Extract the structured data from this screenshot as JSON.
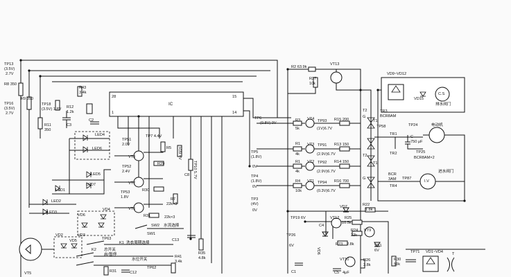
{
  "labels": {
    "tp13": "TP13",
    "tp13_v": "(3.5V)",
    "tp13_v2": "2.7V",
    "r8": "R8 350",
    "tp16": "TP16",
    "tp16_v": "(3.5V)",
    "tp16_v2": "2.7V",
    "r9": "R9 350",
    "r11": "R11",
    "r11_v": "350",
    "tp18": "TP18",
    "tp18_v": "(3.5V) 1.8V",
    "r12": "R12",
    "r12_v": "1.2k",
    "c3": "C3",
    "r43": "R43",
    "r43_v": "3.4k",
    "c2": "C2",
    "ic": "IC",
    "pin28": "28",
    "pin1": "1",
    "pin15": "15",
    "pin14": "14",
    "led4": "LED4",
    "led6": "LED6",
    "led5": "LED5",
    "led7": "LED7",
    "led1": "LED1",
    "led2": "LED2",
    "led3": "LED3",
    "tp51": "TP51",
    "tp51_v": "2.0V",
    "tp7": "TP7 4.4V",
    "r5": "R5",
    "vt8": "VT8",
    "r29": "R29",
    "tp52": "TP52",
    "tp52_v": "2.4V",
    "vt7": "VT7",
    "r30": "R30",
    "tp53": "TP53",
    "tp53_v": "1.8V",
    "r7": "R7",
    "r7_v": "22k×3",
    "vt6": "VT6",
    "r31": "R31",
    "sw2": "SW2",
    "water_sel": "水流选择",
    "r22k": "22k×3",
    "r39": "R39 4V",
    "tp10": "TP10 5.7V",
    "c8": "C8",
    "vd6": "VD6",
    "vd4": "VD4",
    "vd2": "VD2",
    "vd5": "VD5",
    "vd3": "VD3",
    "k1": "K1",
    "k2": "K2",
    "tp63": "TP63",
    "wash_sel": "洗衣周期选择",
    "sw1": "SW1",
    "start_pause": "启/暂停",
    "onoff": "总开关",
    "water_sw": "水位开关",
    "r35": "R35",
    "r35_v": "4.8k",
    "c13": "C13",
    "r41": "R41",
    "r41_v": "3.4k",
    "tp62": "TP62",
    "r31b": "R31",
    "c12": "C12",
    "vt5": "VT5",
    "r2": "R2 63.9k",
    "vt13": "VT13",
    "r27": "R27",
    "r27_v": "10k",
    "r3": "R3",
    "r3_v": "5k",
    "tp6": "TP6",
    "tp6_v": "(0.8V) 0V",
    "vt4": "VT4",
    "tp93": "TP93",
    "tp93_v": "(1V)6.7V",
    "r15": "R15 200",
    "tp5": "TP5",
    "tp5_v": "(1.8V)",
    "tp5_v2": "0V",
    "r1": "R1",
    "r1_v": "4k",
    "vt3": "VT3",
    "tp91": "TP91",
    "tp91_v": "(2.9V)6.7V",
    "r13": "R13 150",
    "r1b": "R1",
    "r1b_v": "4k",
    "vt2": "VT2",
    "tp92": "TP92",
    "tp92_v": "(2.9V)6.7V",
    "r14": "R14 150",
    "tp4": "TP4",
    "tp4_v": "(1.8V)",
    "tp4_v2": "0V",
    "r4": "R4",
    "r4_v": "10k",
    "vt1": "VT1",
    "tp94": "TP94",
    "tp94_v": "(0.3V)6.7V",
    "r16": "R16 700",
    "tp3": "TP3",
    "tp3_v": "(4V)",
    "tp3_v2": "0V",
    "vd9vd12": "VD9~VD12",
    "vd15": "VD15",
    "cs": "C.S",
    "drain_valve": "排水阀门",
    "t2": "T2",
    "tr3": "TR3",
    "tr3_v": "BCR8AM",
    "t1": "T1",
    "g": "G",
    "tp58": "TP58",
    "tr1": "TR1",
    "tp24": "TP24",
    "motor": "电动机",
    "c": "C",
    "c_v": "750 μF",
    "tr2": "TR2",
    "tp25": "TP25",
    "bcr_x2": "BCR8AM×2",
    "t2b": "T2",
    "t1b": "T1",
    "g2": "G",
    "bcr": "BCR",
    "bcr_v": "3AM",
    "tr4": "TR4",
    "tp87": "TP87",
    "inlet_valve": "进水阀门",
    "iv": "I.V",
    "tp19": "TP19 6V",
    "vd7": "VD7",
    "r22": "R22",
    "r22_v": "1.8k",
    "c4": "C4",
    "vt12": "VT12",
    "r25": "R25",
    "r25_v": "10.5k",
    "r24": "R24",
    "r24_v": "22k",
    "vt9": "VT9",
    "tp26": "TP26",
    "tp26_v": "6V",
    "r23": "R23",
    "r23_v": "2.8k",
    "vs1": "VS1",
    "vs1_v": "6V",
    "vd6b": "VD6",
    "vt10": "VT10",
    "r26": "R26",
    "r26_v": "3.8k",
    "r30b": "R30",
    "r30b_v": "50k",
    "c1": "C1",
    "c5": "C5",
    "c5_v": "4μF",
    "tp71": "TP71",
    "vd1vd4": "VD1~VD4",
    "tr_t": "T"
  }
}
